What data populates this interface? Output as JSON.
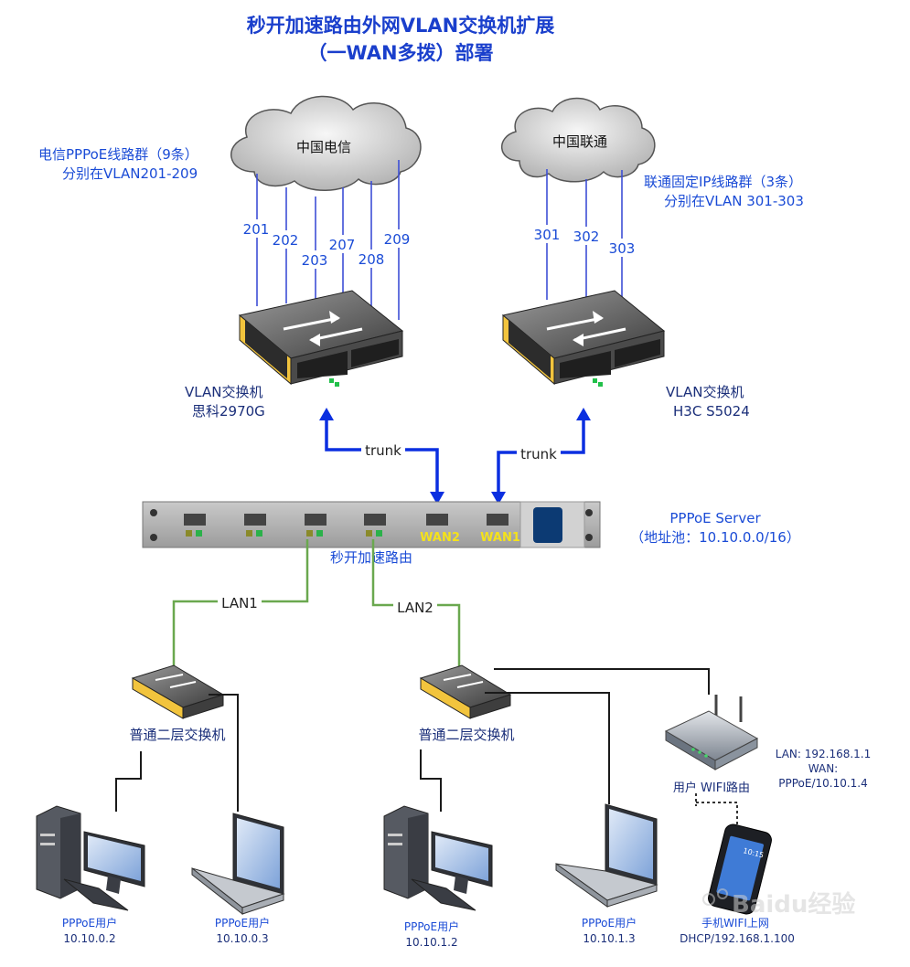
{
  "title": {
    "line1": "秒开加速路由外网VLAN交换机扩展",
    "line2": "（一WAN多拨）部署"
  },
  "isp_left": {
    "cloud_label": "中国电信",
    "note_line1": "电信PPPoE线路群（9条）",
    "note_line2": "分别在VLAN201-209",
    "vlans": [
      "201",
      "202",
      "203",
      "207",
      "208",
      "209"
    ]
  },
  "isp_right": {
    "cloud_label": "中国联通",
    "note_line1": "联通固定IP线路群（3条）",
    "note_line2": "分别在VLAN 301-303",
    "vlans": [
      "301",
      "302",
      "303"
    ]
  },
  "switch_left": {
    "line1": "VLAN交换机",
    "line2": "思科2970G"
  },
  "switch_right": {
    "line1": "VLAN交换机",
    "line2": "H3C S5024"
  },
  "trunk_left": "trunk",
  "trunk_right": "trunk",
  "router": {
    "name": "秒开加速路由",
    "wan2": "WAN2",
    "wan1": "WAN1",
    "server_line1": "PPPoE Server",
    "server_line2": "（地址池：10.10.0.0/16）"
  },
  "lan1": "LAN1",
  "lan2": "LAN2",
  "l2_switch_left": "普通二层交换机",
  "l2_switch_right": "普通二层交换机",
  "wifi_router": {
    "label": "用户 WIFI路由",
    "info_line1": "LAN: 192.168.1.1",
    "info_line2": "WAN:",
    "info_line3": "PPPoE/10.10.1.4"
  },
  "clients": [
    {
      "line1": "PPPoE用户",
      "line2": "10.10.0.2"
    },
    {
      "line1": "PPPoE用户",
      "line2": "10.10.0.3"
    },
    {
      "line1": "PPPoE用户",
      "line2": "10.10.1.2"
    },
    {
      "line1": "PPPoE用户",
      "line2": "10.10.1.3"
    }
  ],
  "phone": {
    "line1": "手机WIFI上网",
    "line2": "DHCP/192.168.1.100",
    "screen": "10:15"
  },
  "watermark": "Baidu经验",
  "colors": {
    "title": "#1a3fcc",
    "label_blue": "#1a4bd6",
    "vlan_line": "#3d4fd6",
    "trunk_arrow": "#0b2fe0",
    "lan_line": "#6aa84f",
    "dark_text": "#1b2f7a"
  }
}
